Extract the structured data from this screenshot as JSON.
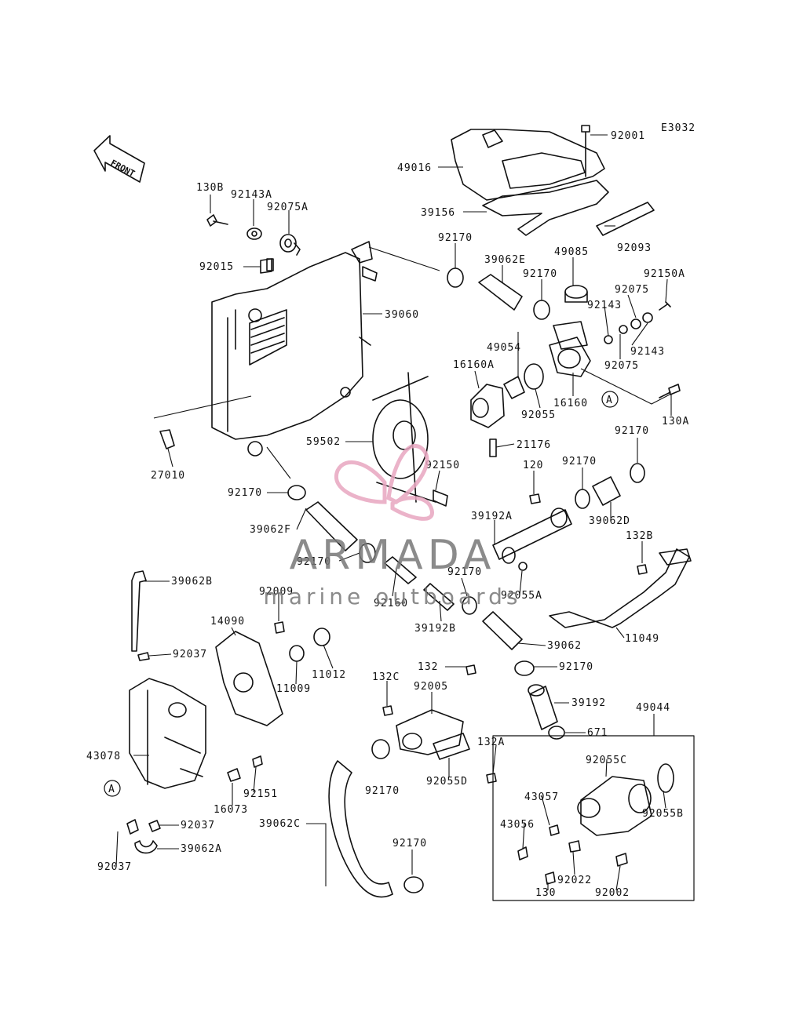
{
  "diagram_code": "E3032",
  "front_label": "FRONT",
  "watermark": {
    "brand": "ARMADA",
    "tagline": "marine outboards",
    "color": "#e8a6c0",
    "text_color": "#777777"
  },
  "callout_letter": "A",
  "parts": [
    {
      "id": "92001"
    },
    {
      "id": "49016"
    },
    {
      "id": "39156"
    },
    {
      "id": "92093"
    },
    {
      "id": "130B"
    },
    {
      "id": "92143A"
    },
    {
      "id": "92075A"
    },
    {
      "id": "92015"
    },
    {
      "id": "39060"
    },
    {
      "id": "92170"
    },
    {
      "id": "39062E"
    },
    {
      "id": "49085"
    },
    {
      "id": "92075"
    },
    {
      "id": "92150A"
    },
    {
      "id": "92143"
    },
    {
      "id": "16160A"
    },
    {
      "id": "49054"
    },
    {
      "id": "92055"
    },
    {
      "id": "16160"
    },
    {
      "id": "130A"
    },
    {
      "id": "27010"
    },
    {
      "id": "59502"
    },
    {
      "id": "21176"
    },
    {
      "id": "92150"
    },
    {
      "id": "120"
    },
    {
      "id": "39062D"
    },
    {
      "id": "39062F"
    },
    {
      "id": "39192A"
    },
    {
      "id": "132B"
    },
    {
      "id": "92160"
    },
    {
      "id": "92055A"
    },
    {
      "id": "39062B"
    },
    {
      "id": "92009"
    },
    {
      "id": "39192B"
    },
    {
      "id": "11049"
    },
    {
      "id": "39062"
    },
    {
      "id": "14090"
    },
    {
      "id": "92037"
    },
    {
      "id": "11012"
    },
    {
      "id": "11009"
    },
    {
      "id": "132"
    },
    {
      "id": "132C"
    },
    {
      "id": "92005"
    },
    {
      "id": "39192"
    },
    {
      "id": "49044"
    },
    {
      "id": "671"
    },
    {
      "id": "43078"
    },
    {
      "id": "92151"
    },
    {
      "id": "92055D"
    },
    {
      "id": "132A"
    },
    {
      "id": "92055C"
    },
    {
      "id": "16073"
    },
    {
      "id": "43057"
    },
    {
      "id": "92055B"
    },
    {
      "id": "43056"
    },
    {
      "id": "92037"
    },
    {
      "id": "39062C"
    },
    {
      "id": "39062A"
    },
    {
      "id": "92022"
    },
    {
      "id": "130"
    },
    {
      "id": "92002"
    }
  ]
}
